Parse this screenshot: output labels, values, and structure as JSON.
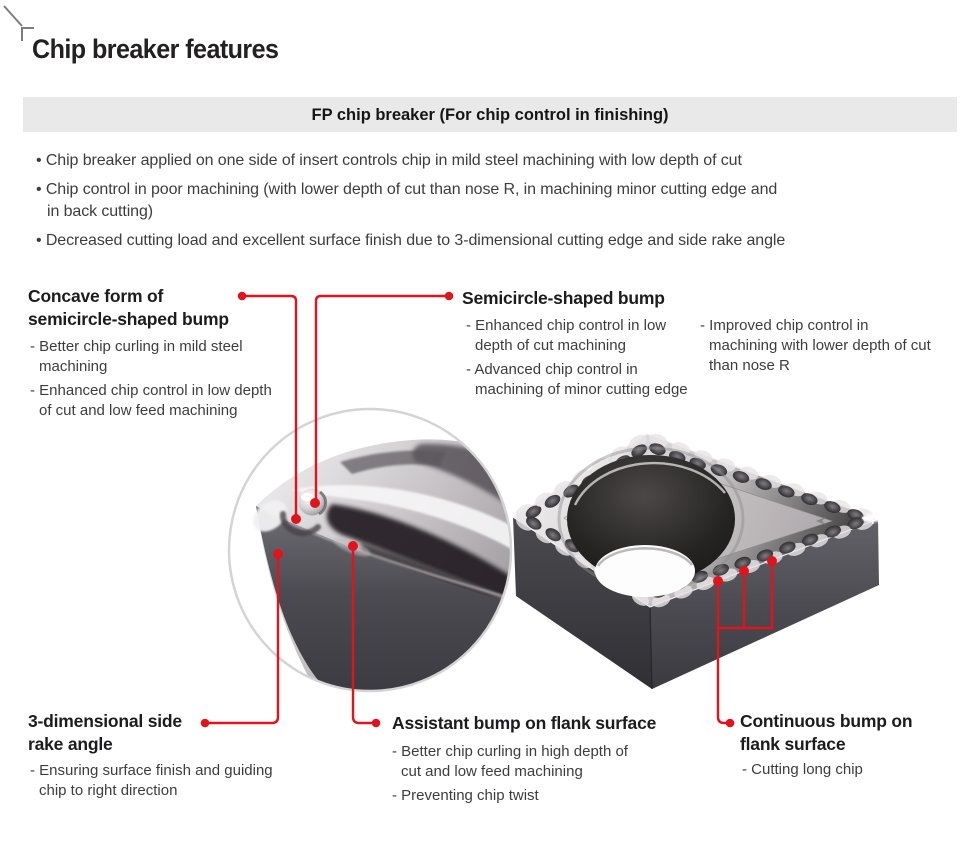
{
  "page_title": "Chip breaker features",
  "banner": "FP chip breaker (For chip control in finishing)",
  "intro_bullets": [
    "• Chip breaker applied on one side of insert controls chip in mild steel machining with low depth of cut",
    "• Chip control in poor machining (with lower depth of cut than nose R, in machining minor cutting edge and\nin back cutting)",
    "• Decreased cutting load and excellent surface finish due to 3-dimensional cutting edge and side rake angle"
  ],
  "callouts": {
    "concave": {
      "title": "Concave form of\nsemicircle-shaped bump",
      "items": [
        "- Better chip curling in mild steel\nmachining",
        "- Enhanced chip control in low depth\nof cut and low feed machining"
      ]
    },
    "semicircle": {
      "title": "Semicircle-shaped bump",
      "items": [
        "- Enhanced chip control in low\ndepth of cut machining",
        "- Advanced chip control in\nmachining of minor cutting edge"
      ]
    },
    "improved": {
      "items": [
        "- Improved chip control in\nmachining with lower depth of cut\nthan nose R"
      ]
    },
    "rake": {
      "title": "3-dimensional side\nrake angle",
      "items": [
        "- Ensuring surface finish and guiding\nchip to right direction"
      ]
    },
    "assistant": {
      "title": "Assistant bump on flank surface",
      "items": [
        "- Better chip curling in high depth of\ncut and low feed machining",
        "- Preventing chip twist"
      ]
    },
    "continuous": {
      "title": "Continuous bump on\nflank surface",
      "items": [
        "- Cutting long chip"
      ]
    }
  },
  "colors": {
    "accent_red": "#e1131d",
    "banner_bg": "#e9e9e9",
    "insert_body": "#47474c",
    "insert_face": "#c9c5c7"
  },
  "icons": {
    "crop_mark": "page-corner crop mark",
    "callout_dot": "red connector dot",
    "magnifier": "circular zoom lens on insert nose"
  }
}
